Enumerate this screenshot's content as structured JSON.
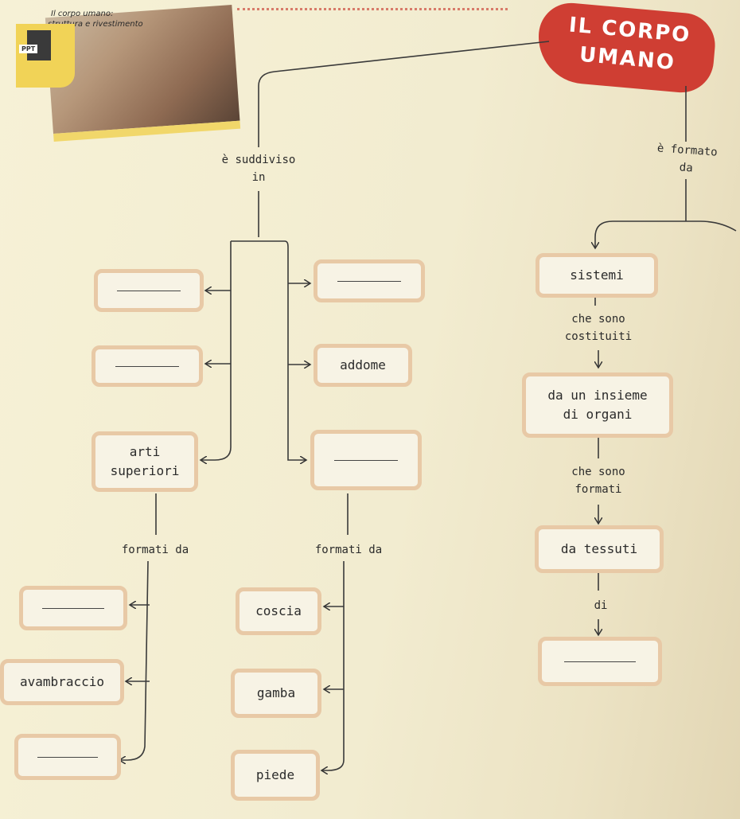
{
  "header": {
    "title": "IL CORPO\nUMANO",
    "thumbnail_title": "Il corpo umano:",
    "thumbnail_subtitle": "struttura e rivestimento",
    "ppt_label": "PPT"
  },
  "links": {
    "e_suddiviso_in": "è suddiviso\nin",
    "e_formato_da": "è formato\nda",
    "che_sono_costituiti": "che sono\ncostituiti",
    "che_sono_formati": "che sono\nformati",
    "di": "di",
    "formati_da_left": "formati da",
    "formati_da_right": "formati da"
  },
  "parts": {
    "left_1": "",
    "left_2": "",
    "arti_superiori": "arti\nsuperiori",
    "right_1": "",
    "addome": "addome",
    "right_3": ""
  },
  "organization": {
    "sistemi": "sistemi",
    "insieme_organi": "da un insieme\ndi organi",
    "tessuti": "da tessuti",
    "blank": ""
  },
  "arm_parts": {
    "blank_1": "",
    "avambraccio": "avambraccio",
    "blank_2": ""
  },
  "leg_parts": {
    "coscia": "coscia",
    "gamba": "gamba",
    "piede": "piede"
  }
}
